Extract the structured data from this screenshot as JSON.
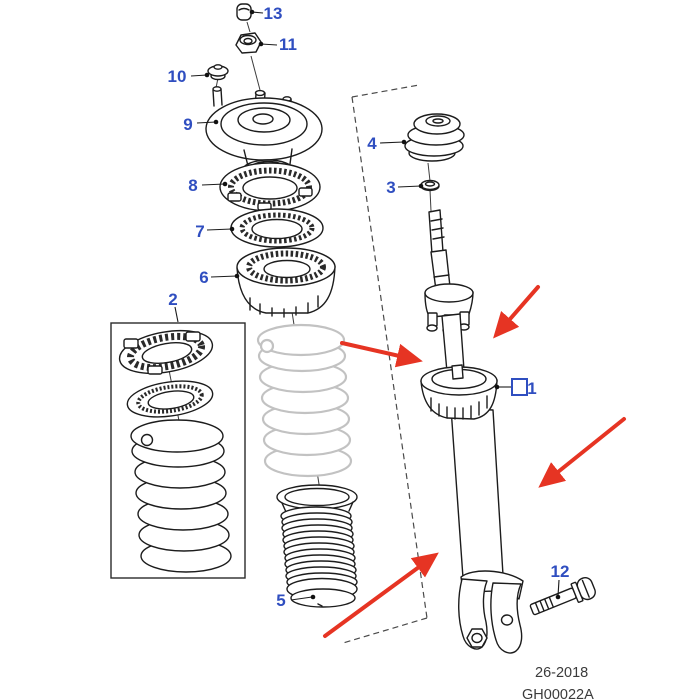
{
  "diagram": {
    "callouts": {
      "c1": "1",
      "c2": "2",
      "c3": "3",
      "c4": "4",
      "c5": "5",
      "c6": "6",
      "c7": "7",
      "c8": "8",
      "c9": "9",
      "c10": "10",
      "c11": "11",
      "c12": "12",
      "c13": "13"
    },
    "footer": {
      "date_code": "26-2018",
      "drawing_code": "GH00022A"
    },
    "colors": {
      "callout_blue": "#2f4ec0",
      "arrow_red": "#e63423",
      "line_black": "#1c1c1c",
      "spring_gray": "#c2c2c2"
    }
  }
}
